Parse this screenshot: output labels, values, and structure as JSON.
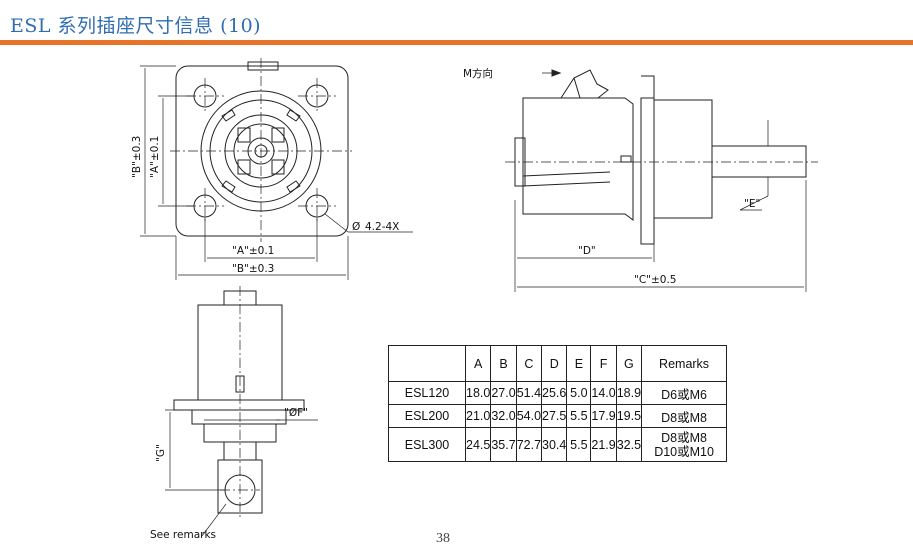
{
  "header": {
    "title": "ESL 系列插座尺寸信息 (10)",
    "accent_color": "#e8742a",
    "title_color": "#2f6db3"
  },
  "front_view": {
    "dim_b_vertical": "\"B\"±0.3",
    "dim_a_vertical": "\"A\"±0.1",
    "dim_a_horizontal": "\"A\"±0.1",
    "dim_b_horizontal": "\"B\"±0.3",
    "hole_callout": "4.2-4X",
    "diameter_symbol": "Ø"
  },
  "side_view": {
    "direction_label": "M方向",
    "dim_e": "\"E\"",
    "dim_d": "\"D\"",
    "dim_c": "\"C\"±0.5"
  },
  "bottom_view": {
    "dim_f": "\"ØF\"",
    "dim_g": "\"G\"",
    "note": "See remarks"
  },
  "spec_table": {
    "headers": [
      "",
      "A",
      "B",
      "C",
      "D",
      "E",
      "F",
      "G",
      "Remarks"
    ],
    "rows": [
      {
        "model": "ESL120",
        "A": "18.0",
        "B": "27.0",
        "C": "51.4",
        "D": "25.6",
        "E": "5.0",
        "F": "14.0",
        "G": "18.9",
        "remarks": [
          "D6或M6"
        ]
      },
      {
        "model": "ESL200",
        "A": "21.0",
        "B": "32.0",
        "C": "54.0",
        "D": "27.5",
        "E": "5.5",
        "F": "17.9",
        "G": "19.5",
        "remarks": [
          "D8或M8"
        ]
      },
      {
        "model": "ESL300",
        "A": "24.5",
        "B": "35.7",
        "C": "72.7",
        "D": "30.4",
        "E": "5.5",
        "F": "21.9",
        "G": "32.5",
        "remarks": [
          "D8或M8",
          "D10或M10"
        ]
      }
    ]
  },
  "page_number": "38"
}
